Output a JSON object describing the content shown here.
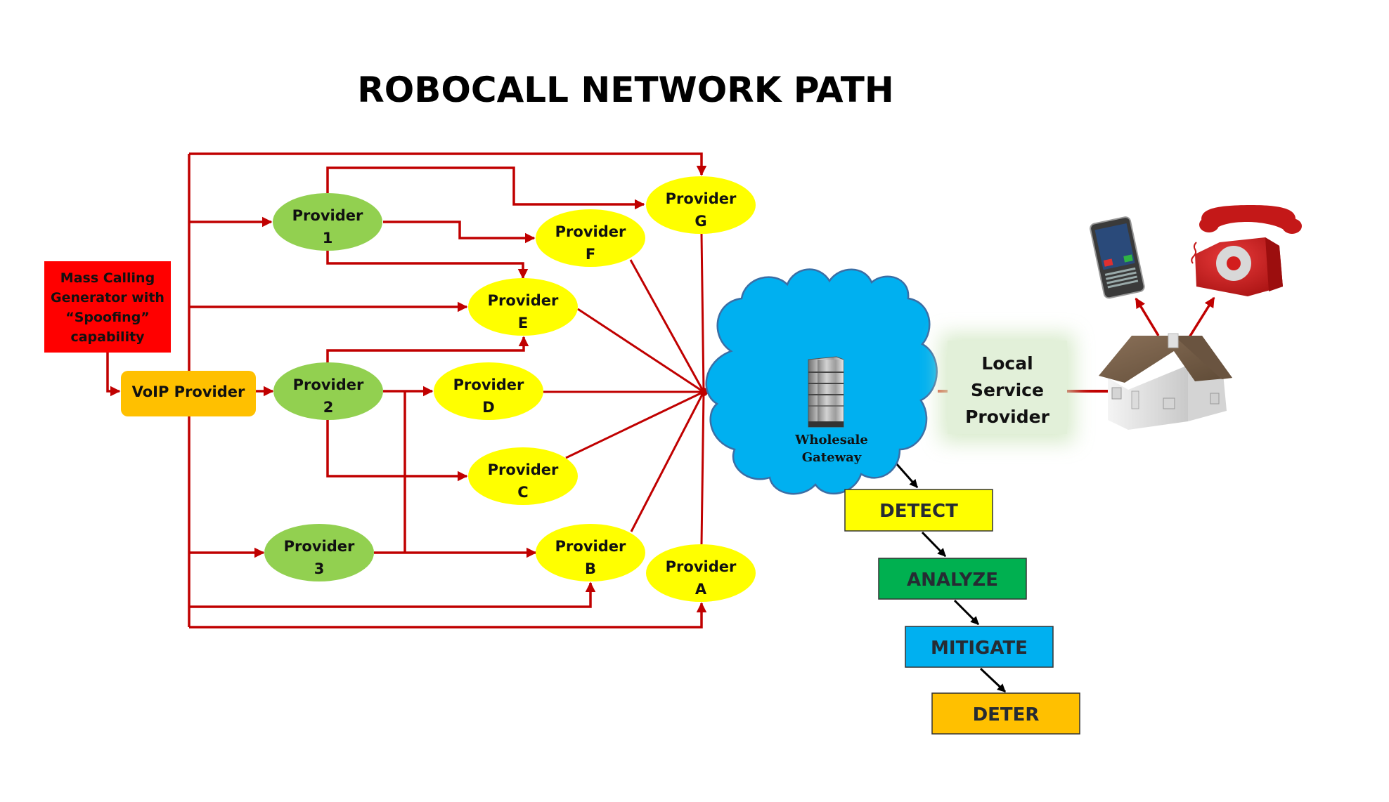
{
  "title": "ROBOCALL NETWORK PATH",
  "colors": {
    "wire": "#c00000",
    "generator": "#ff0000",
    "voip": "#ffc000",
    "origin_provider": "#92d050",
    "transit_provider": "#ffff00",
    "cloud": "#00b0f0",
    "detect": "#ffff00",
    "analyze": "#00b050",
    "mitigate": "#00b0f0",
    "deter": "#ffc000",
    "lsp": "#e2f0d9"
  },
  "generator": {
    "lines": [
      "Mass Calling",
      "Generator with",
      "“Spoofing”",
      "capability"
    ]
  },
  "voip": {
    "label": "VoIP Provider"
  },
  "providers": {
    "p1": {
      "line1": "Provider",
      "line2": "1"
    },
    "p2": {
      "line1": "Provider",
      "line2": "2"
    },
    "p3": {
      "line1": "Provider",
      "line2": "3"
    },
    "a": {
      "line1": "Provider",
      "line2": "A"
    },
    "b": {
      "line1": "Provider",
      "line2": "B"
    },
    "c": {
      "line1": "Provider",
      "line2": "C"
    },
    "d": {
      "line1": "Provider",
      "line2": "D"
    },
    "e": {
      "line1": "Provider",
      "line2": "E"
    },
    "f": {
      "line1": "Provider",
      "line2": "F"
    },
    "g": {
      "line1": "Provider",
      "line2": "G"
    }
  },
  "gateway": {
    "line1": "Wholesale",
    "line2": "Gateway",
    "icon": "server-icon"
  },
  "lsp": {
    "lines": [
      "Local",
      "Service",
      "Provider"
    ]
  },
  "endpoints": {
    "house": "house-icon",
    "mobile": "mobile-phone-icon",
    "landline": "rotary-phone-icon"
  },
  "steps": [
    {
      "label": "DETECT"
    },
    {
      "label": "ANALYZE"
    },
    {
      "label": "MITIGATE"
    },
    {
      "label": "DETER"
    }
  ]
}
